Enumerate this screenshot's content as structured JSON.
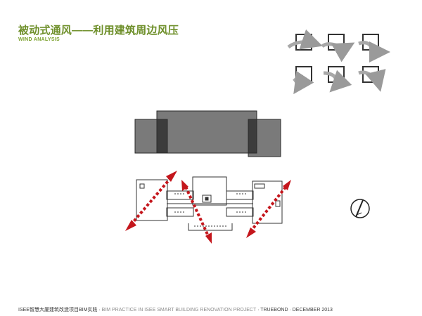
{
  "header": {
    "title": "被动式通风——利用建筑周边风压",
    "subtitle": "WIND ANALYSIS"
  },
  "footer": {
    "left_text": "ISEE智慧大厦建筑改造项目BIM实践 · ",
    "project_text": "BIM PRACTICE IN ISEE SMART BUILDING  RENOVATION PROJECT",
    "right_text": " · TRUEBOND · DECEMBER 2013"
  },
  "colors": {
    "title_green": "#6e8f2a",
    "wind_arrow_red": "#c4161c",
    "massing_gray": "#7a7a7a",
    "massing_dark": "#3c3c3c",
    "flow_arrow_gray": "#9a9a9a"
  },
  "icons": {
    "wind_pattern_diagrams": "wind-flow-pattern-icon",
    "north_arrow": "north-arrow-icon"
  }
}
